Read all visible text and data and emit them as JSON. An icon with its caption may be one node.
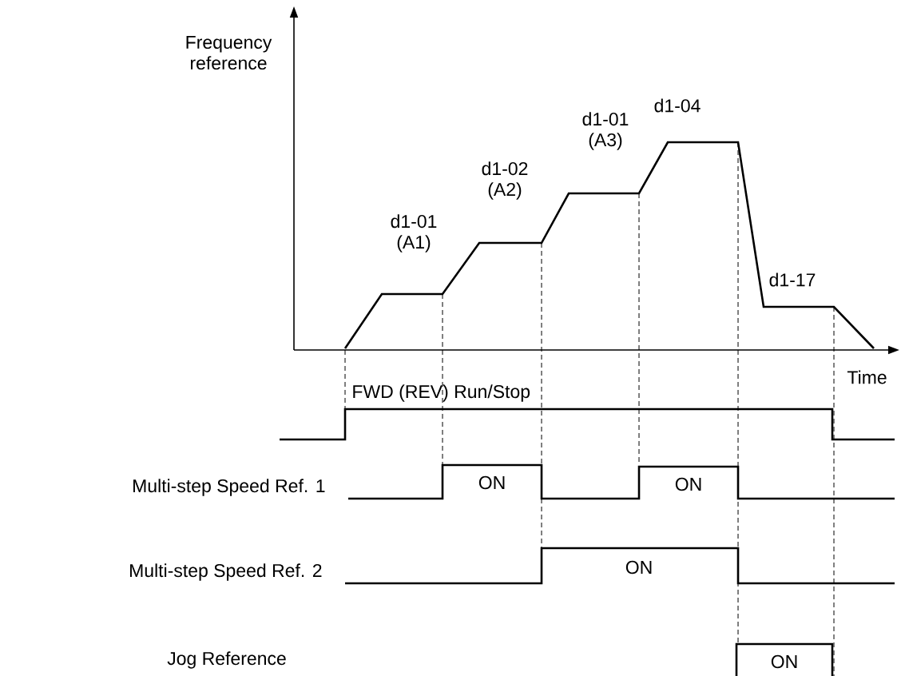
{
  "diagram": {
    "labels": [
      "Frequency reference",
      "d1-01 (A1)",
      "d1-02 (A2)",
      "d1-01 (A3)",
      "d1-04",
      "d1-17",
      "Time",
      "FWD (REV) Run/Stop",
      "Multi-step Speed Ref. 1",
      "ON",
      "ON",
      "Multi-step Speed Ref. 2",
      "ON",
      "Jog Reference",
      "ON"
    ]
  }
}
